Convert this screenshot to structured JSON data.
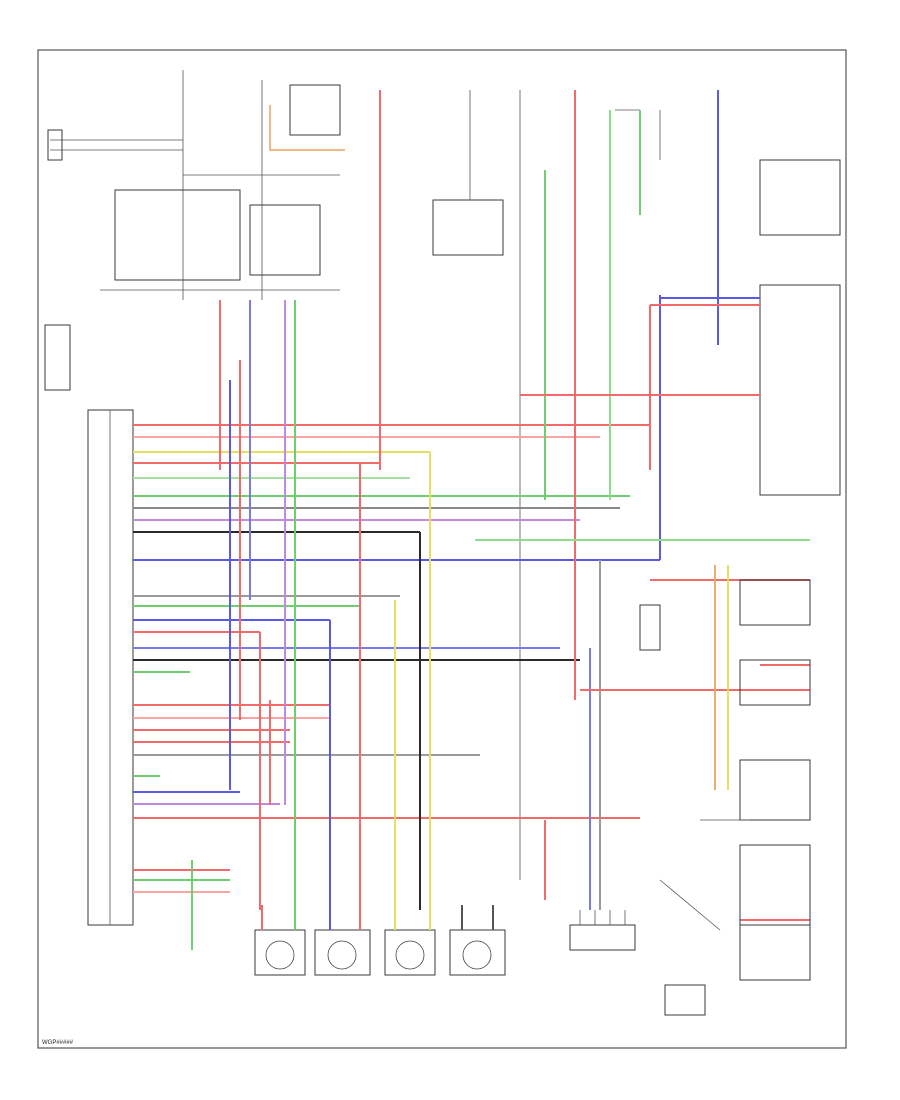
{
  "diagram": {
    "footer_code": "WGP#####",
    "wire_colors": {
      "red": "#f26a6a",
      "blue": "#5a5ae6",
      "green": "#6fcf6f",
      "yellow": "#e6e060",
      "black": "#2b2b2b",
      "grey": "#7a7a7a",
      "orange": "#e8a060",
      "violet": "#b05ad0"
    },
    "components": [
      {
        "id": "igniter_lf",
        "label": ""
      },
      {
        "id": "igniter_rf",
        "label": ""
      },
      {
        "id": "igniter_lr",
        "label": ""
      },
      {
        "id": "igniter_rr",
        "label": ""
      },
      {
        "id": "control_module",
        "label": ""
      }
    ]
  }
}
